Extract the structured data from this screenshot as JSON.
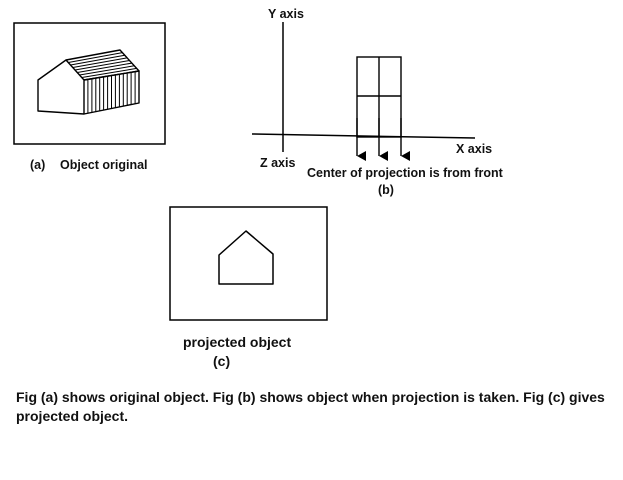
{
  "figure_a": {
    "tag": "(a)",
    "label": "Object original"
  },
  "figure_b": {
    "y_axis": "Y axis",
    "x_axis": "X axis",
    "z_axis": "Z axis",
    "description": "Center of projection is from front",
    "tag": "(b)"
  },
  "figure_c": {
    "label": "projected object",
    "tag": "(c)"
  },
  "caption": "Fig (a) shows original object. Fig (b) shows object when projection is taken. Fig (c) gives projected object."
}
